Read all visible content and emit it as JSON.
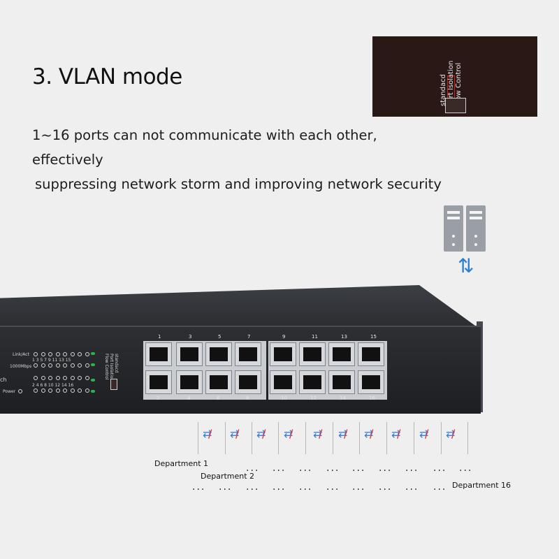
{
  "heading": {
    "title": "3. VLAN mode",
    "line1": "1~16 ports can not communicate with each other, effectively",
    "line2": "suppressing network storm and improving network security"
  },
  "dip_switch": {
    "labels": [
      "standacd",
      "Port Isolation",
      "Flow Control"
    ]
  },
  "switch_panel": {
    "link_label": "Link/Act",
    "speed_label": "1000Mbps",
    "power_label": "Power",
    "odd_ports_led": "1  3  5  7  9  11 13 15",
    "even_ports_led": "2  4  6  8 10 12 14 16",
    "ch_label": "ch",
    "vertical_label": [
      "standacd",
      "Port Isolation",
      "Flow Control"
    ],
    "top_port_numbers": [
      "1",
      "3",
      "5",
      "7",
      "9",
      "11",
      "13",
      "15"
    ],
    "bottom_port_numbers": [
      "2",
      "4",
      "6",
      "8",
      "10",
      "12",
      "14",
      "16"
    ]
  },
  "departments": {
    "first": "Department 1",
    "second": "Department 2",
    "last": "Department 16",
    "ellipsis": "..."
  },
  "icons": [
    "server-icon",
    "updown-arrows-icon",
    "blocked-link-icon"
  ],
  "colors": {
    "arrow_blue": "#3a7bd5",
    "block_red": "#e03030",
    "led_green": "#2bb24b"
  }
}
